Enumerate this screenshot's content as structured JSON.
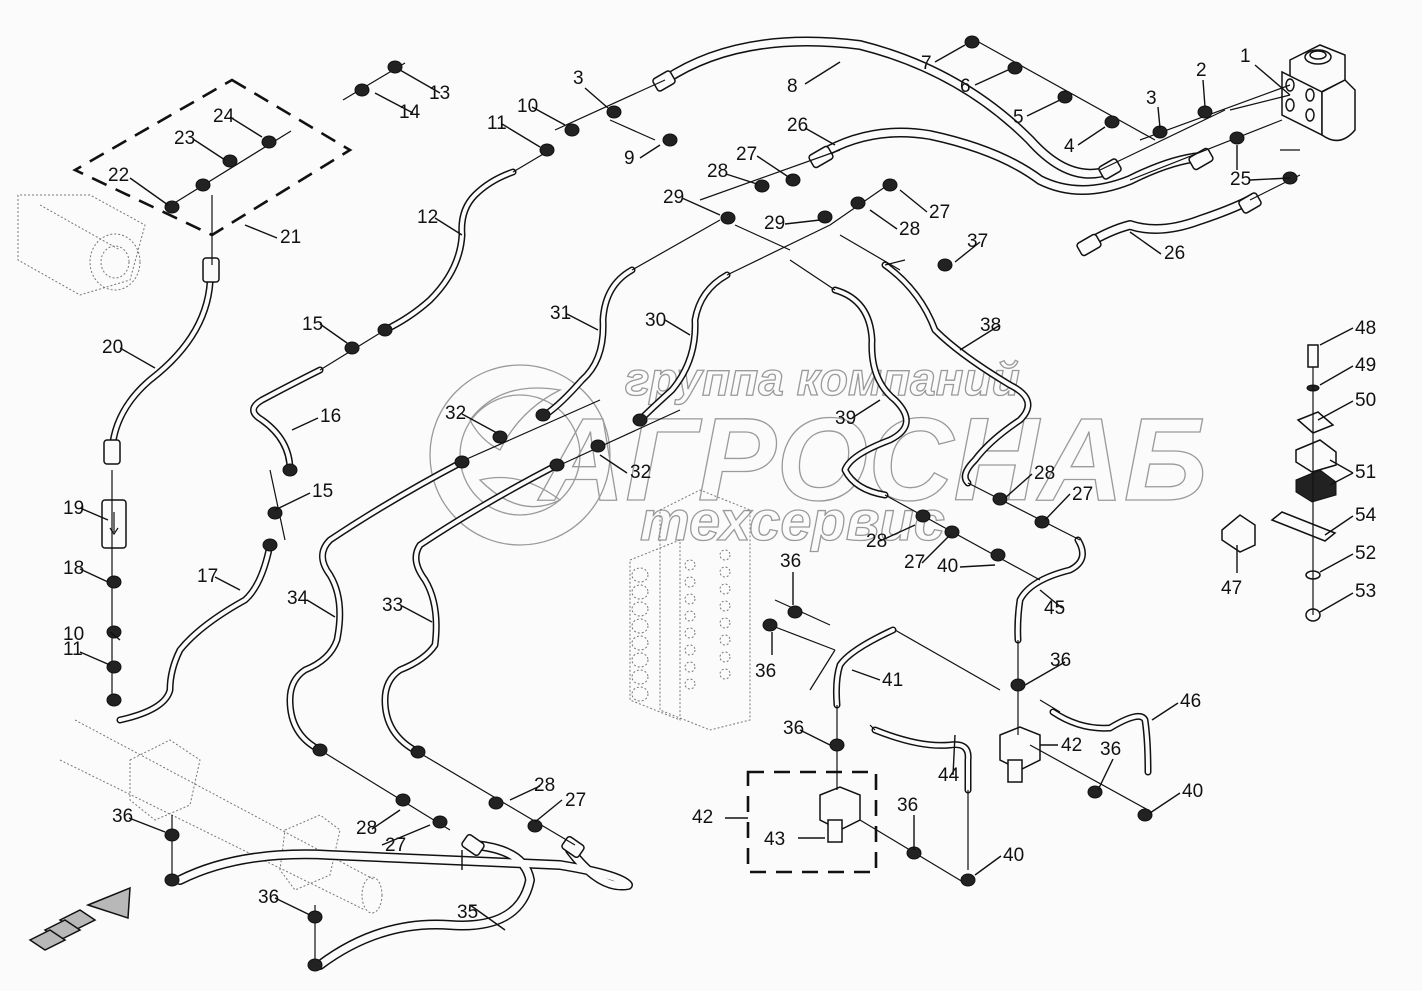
{
  "diagram": {
    "title": "Hydraulic steering & control lines — exploded parts diagram",
    "watermark": {
      "line1": "группа компаний",
      "line2": "АГРОСНАБ",
      "line3": "техсервис"
    },
    "callouts": [
      {
        "id": "c1",
        "text": "1"
      },
      {
        "id": "c2",
        "text": "2"
      },
      {
        "id": "c3a",
        "text": "3"
      },
      {
        "id": "c3b",
        "text": "3"
      },
      {
        "id": "c4",
        "text": "4"
      },
      {
        "id": "c5",
        "text": "5"
      },
      {
        "id": "c6",
        "text": "6"
      },
      {
        "id": "c7",
        "text": "7"
      },
      {
        "id": "c8",
        "text": "8"
      },
      {
        "id": "c9",
        "text": "9"
      },
      {
        "id": "c10a",
        "text": "10"
      },
      {
        "id": "c10b",
        "text": "10"
      },
      {
        "id": "c11a",
        "text": "11"
      },
      {
        "id": "c11b",
        "text": "11"
      },
      {
        "id": "c12",
        "text": "12"
      },
      {
        "id": "c13",
        "text": "13"
      },
      {
        "id": "c14",
        "text": "14"
      },
      {
        "id": "c15a",
        "text": "15"
      },
      {
        "id": "c15b",
        "text": "15"
      },
      {
        "id": "c16",
        "text": "16"
      },
      {
        "id": "c17",
        "text": "17"
      },
      {
        "id": "c18",
        "text": "18"
      },
      {
        "id": "c19",
        "text": "19"
      },
      {
        "id": "c20",
        "text": "20"
      },
      {
        "id": "c21",
        "text": "21"
      },
      {
        "id": "c22",
        "text": "22"
      },
      {
        "id": "c23",
        "text": "23"
      },
      {
        "id": "c24",
        "text": "24"
      },
      {
        "id": "c25a",
        "text": "25"
      },
      {
        "id": "c26a",
        "text": "26"
      },
      {
        "id": "c26b",
        "text": "26"
      },
      {
        "id": "c27a",
        "text": "27"
      },
      {
        "id": "c27b",
        "text": "27"
      },
      {
        "id": "c27c",
        "text": "27"
      },
      {
        "id": "c27d",
        "text": "27"
      },
      {
        "id": "c27e",
        "text": "27"
      },
      {
        "id": "c27f",
        "text": "27"
      },
      {
        "id": "c28a",
        "text": "28"
      },
      {
        "id": "c28b",
        "text": "28"
      },
      {
        "id": "c28c",
        "text": "28"
      },
      {
        "id": "c28d",
        "text": "28"
      },
      {
        "id": "c28e",
        "text": "28"
      },
      {
        "id": "c28f",
        "text": "28"
      },
      {
        "id": "c29a",
        "text": "29"
      },
      {
        "id": "c29b",
        "text": "29"
      },
      {
        "id": "c30",
        "text": "30"
      },
      {
        "id": "c31",
        "text": "31"
      },
      {
        "id": "c32a",
        "text": "32"
      },
      {
        "id": "c32b",
        "text": "32"
      },
      {
        "id": "c33",
        "text": "33"
      },
      {
        "id": "c34",
        "text": "34"
      },
      {
        "id": "c35",
        "text": "35"
      },
      {
        "id": "c36a",
        "text": "36"
      },
      {
        "id": "c36b",
        "text": "36"
      },
      {
        "id": "c36c",
        "text": "36"
      },
      {
        "id": "c36d",
        "text": "36"
      },
      {
        "id": "c36e",
        "text": "36"
      },
      {
        "id": "c36f",
        "text": "36"
      },
      {
        "id": "c36g",
        "text": "36"
      },
      {
        "id": "c36h",
        "text": "36"
      },
      {
        "id": "c37",
        "text": "37"
      },
      {
        "id": "c38",
        "text": "38"
      },
      {
        "id": "c39",
        "text": "39"
      },
      {
        "id": "c40a",
        "text": "40"
      },
      {
        "id": "c40b",
        "text": "40"
      },
      {
        "id": "c40c",
        "text": "40"
      },
      {
        "id": "c41",
        "text": "41"
      },
      {
        "id": "c42a",
        "text": "42"
      },
      {
        "id": "c42b",
        "text": "42"
      },
      {
        "id": "c43",
        "text": "43"
      },
      {
        "id": "c44",
        "text": "44"
      },
      {
        "id": "c45",
        "text": "45"
      },
      {
        "id": "c46",
        "text": "46"
      },
      {
        "id": "c47",
        "text": "47"
      },
      {
        "id": "c48",
        "text": "48"
      },
      {
        "id": "c49",
        "text": "49"
      },
      {
        "id": "c50",
        "text": "50"
      },
      {
        "id": "c51",
        "text": "51"
      },
      {
        "id": "c52",
        "text": "52"
      },
      {
        "id": "c53",
        "text": "53"
      },
      {
        "id": "c54",
        "text": "54"
      }
    ]
  }
}
